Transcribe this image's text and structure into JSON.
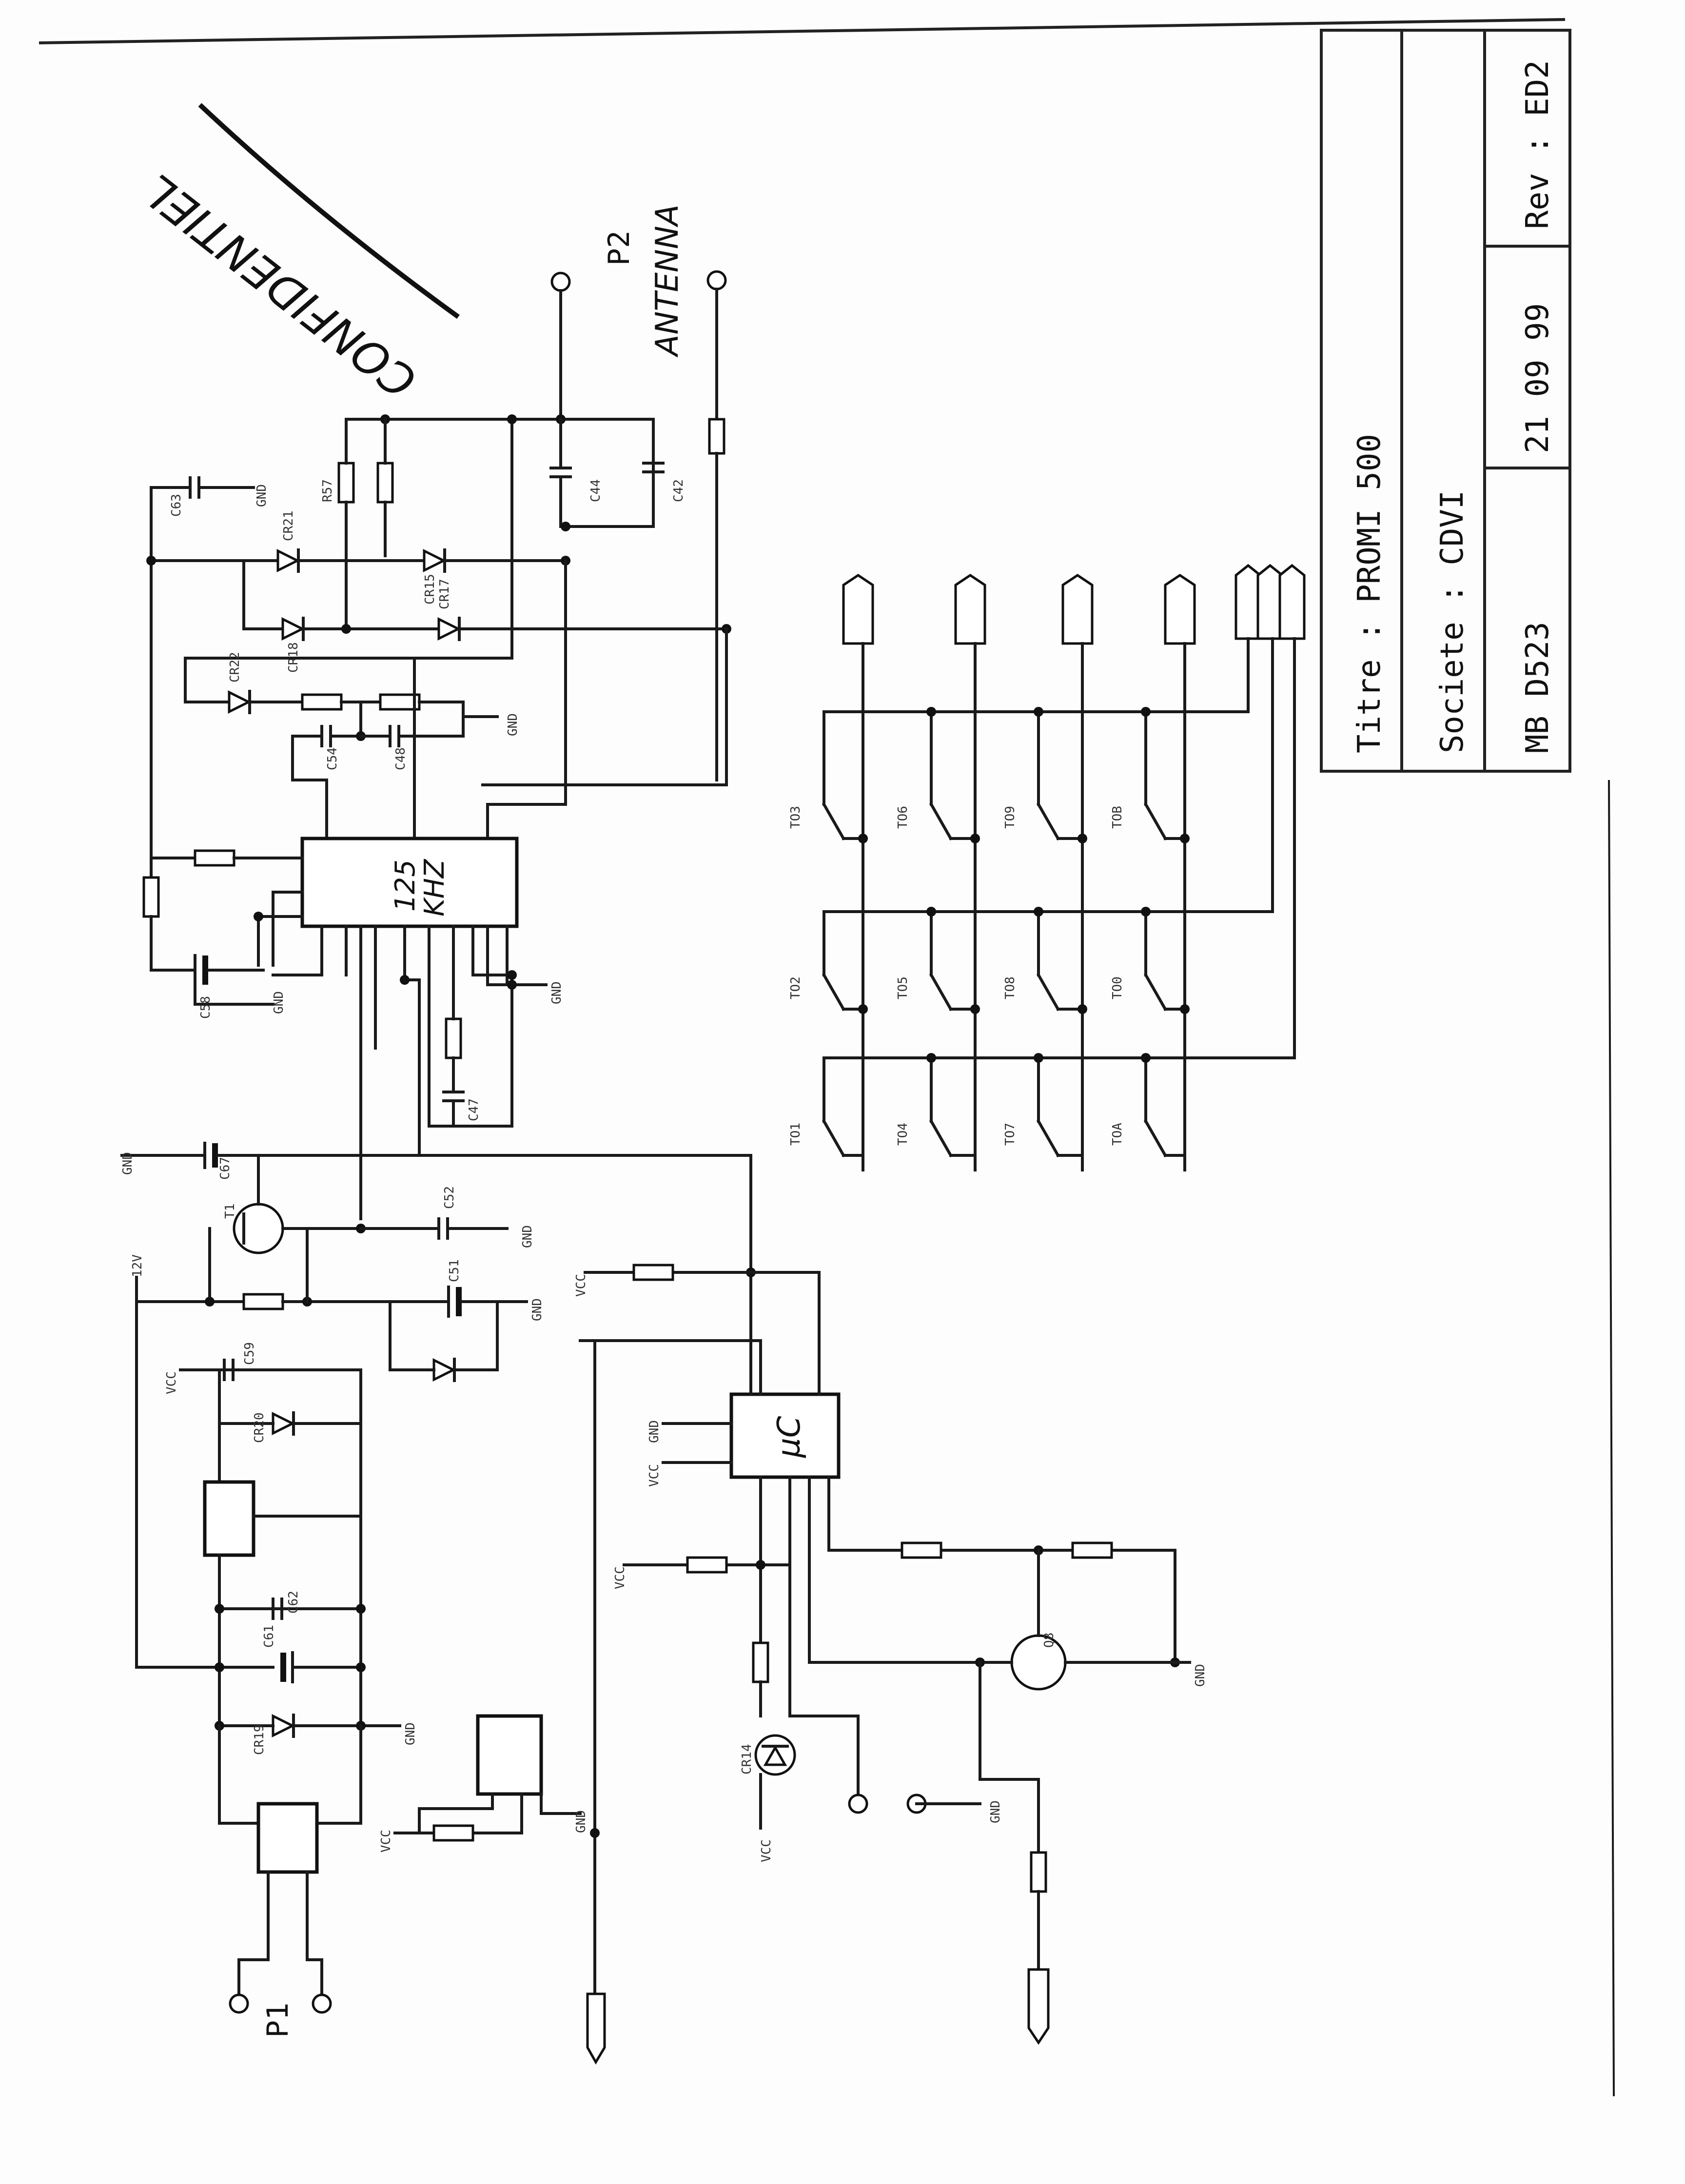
{
  "title_block": {
    "titre": "Titre   : PROMI 500",
    "societe": "Societe : CDVI",
    "mb": "MB  D523",
    "date": "21 09 99",
    "rev": "Rev : ED2"
  },
  "handwritten": {
    "confidential": "CONFIDENTIEL",
    "antenna": "ANTENNA",
    "p2": "P2",
    "p1": "P1",
    "ic_125": "125",
    "ic_khz": "KHZ",
    "uc": "µC"
  },
  "labels": {
    "gnd": "GND",
    "vcc": "VCC",
    "v12": "12V",
    "c63": "C63",
    "c44": "C44",
    "c42": "C42",
    "cr21": "CR21",
    "cr15": "CR15",
    "cr18": "CR18",
    "cr17": "CR17",
    "cr22": "CR22",
    "r57": "R57",
    "c54": "C54",
    "c48": "C48",
    "c58": "C58",
    "c47": "C47",
    "c67": "C67",
    "c52": "C52",
    "c51": "C51",
    "c59": "C59",
    "c62": "C62",
    "c61": "C61",
    "cr20": "CR20",
    "cr19": "CR19",
    "t1": "T1",
    "q8": "Q8",
    "cr14": "CR14",
    "to3": "TO3",
    "to6": "TO6",
    "to9": "TO9",
    "tob": "TOB",
    "to2": "TO2",
    "to5": "TO5",
    "to8": "TO8",
    "to0": "TO0",
    "to1": "TO1",
    "to4": "TO4",
    "to7": "TO7",
    "toa": "TOA"
  },
  "colors": {
    "ink": "#111111",
    "paper": "#fdfdfd"
  }
}
